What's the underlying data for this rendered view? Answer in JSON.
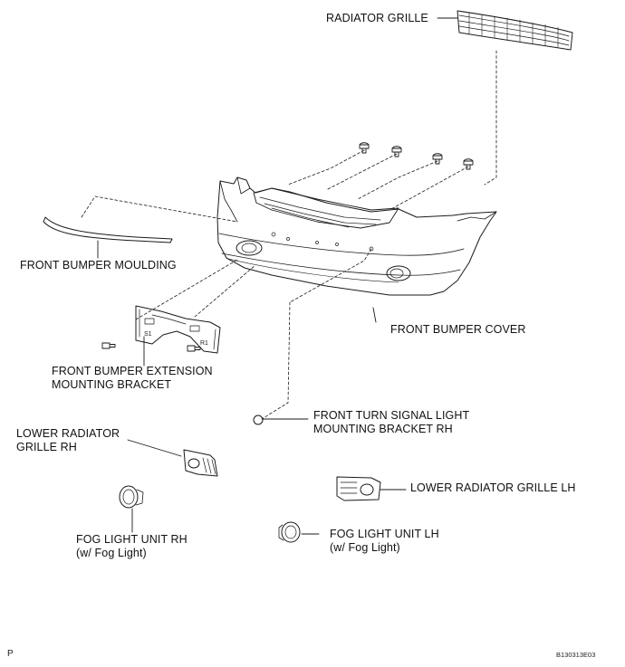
{
  "labels": {
    "radiator_grille": "RADIATOR GRILLE",
    "front_bumper_moulding": "FRONT BUMPER MOULDING",
    "front_bumper_cover": "FRONT BUMPER COVER",
    "extension_bracket_line1": "FRONT BUMPER EXTENSION",
    "extension_bracket_line2": "MOUNTING BRACKET",
    "turn_signal_bracket_line1": "FRONT TURN SIGNAL LIGHT",
    "turn_signal_bracket_line2": "MOUNTING BRACKET RH",
    "lower_grille_rh_line1": "LOWER RADIATOR",
    "lower_grille_rh_line2": "GRILLE RH",
    "lower_grille_lh": "LOWER RADIATOR GRILLE LH",
    "fog_rh_line1": "FOG LIGHT UNIT RH",
    "fog_rh_line2": "(w/ Fog Light)",
    "fog_lh_line1": "FOG LIGHT UNIT LH",
    "fog_lh_line2": "(w/ Fog Light)"
  },
  "footer": {
    "page_mark": "P",
    "figure_code": "B130313E03"
  },
  "bracket_marks": {
    "left": "S1",
    "right": "R1"
  },
  "colors": {
    "line": "#1a1a1a",
    "background": "#ffffff"
  }
}
